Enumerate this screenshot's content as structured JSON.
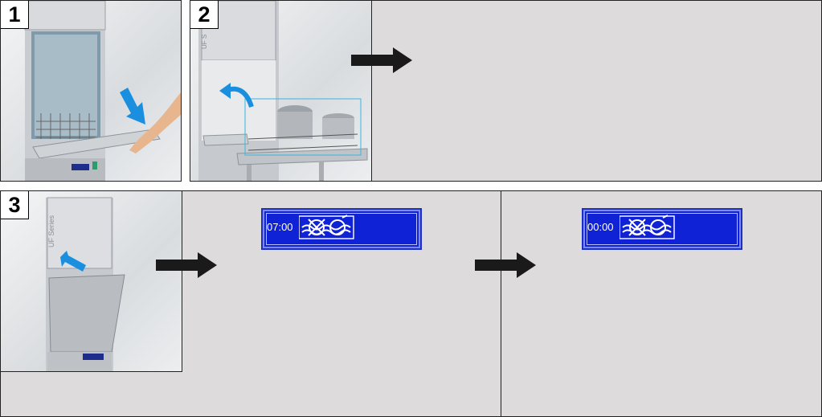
{
  "steps": [
    {
      "number": "1"
    },
    {
      "number": "2"
    },
    {
      "number": "3"
    }
  ],
  "displays": [
    {
      "time": "07:00",
      "icon": "wash-cycle-icon"
    },
    {
      "time": "00:00",
      "icon": "wash-cycle-icon"
    }
  ],
  "colors": {
    "display_blue": "#0f22d6",
    "panel_gray": "#dddbdb",
    "arrow": "#1a1a1a",
    "cue_arrow": "#1a8fe0"
  },
  "logos": {
    "machine_brand": "UF Series"
  }
}
